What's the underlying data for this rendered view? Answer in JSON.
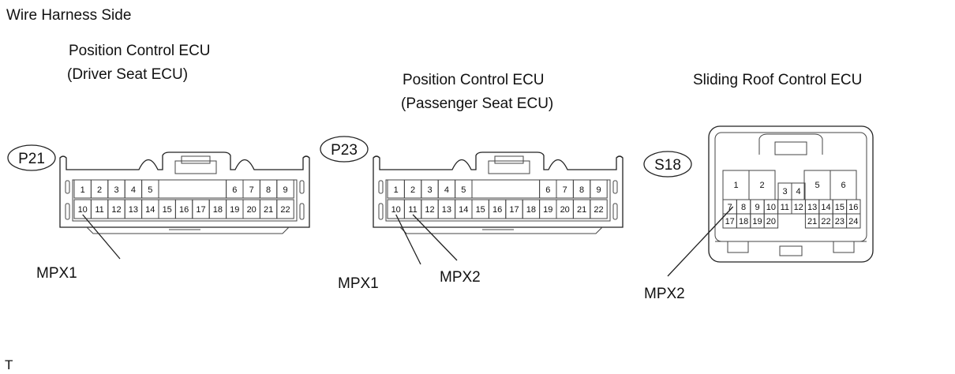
{
  "header": {
    "title": "Wire Harness Side"
  },
  "footer": {
    "mark": "T"
  },
  "connectors": [
    {
      "id": "p21",
      "code": "P21",
      "title_line1": "Position Control ECU",
      "title_line2": "(Driver Seat ECU)",
      "row_top": [
        "1",
        "2",
        "3",
        "4",
        "5",
        "6",
        "7",
        "8",
        "9"
      ],
      "row_bottom": [
        "10",
        "11",
        "12",
        "13",
        "14",
        "15",
        "16",
        "17",
        "18",
        "19",
        "20",
        "21",
        "22"
      ],
      "pointers": [
        {
          "label": "MPX1",
          "pin": "10"
        }
      ]
    },
    {
      "id": "p23",
      "code": "P23",
      "title_line1": "Position Control ECU",
      "title_line2": "(Passenger Seat ECU)",
      "row_top": [
        "1",
        "2",
        "3",
        "4",
        "5",
        "6",
        "7",
        "8",
        "9"
      ],
      "row_bottom": [
        "10",
        "11",
        "12",
        "13",
        "14",
        "15",
        "16",
        "17",
        "18",
        "19",
        "20",
        "21",
        "22"
      ],
      "pointers": [
        {
          "label": "MPX1",
          "pin": "10"
        },
        {
          "label": "MPX2",
          "pin": "11"
        }
      ]
    },
    {
      "id": "s18",
      "code": "S18",
      "title_line1": "Sliding Roof Control ECU",
      "left_large": [
        "1",
        "2"
      ],
      "middle_small": [
        "3",
        "4"
      ],
      "right_large": [
        "5",
        "6"
      ],
      "row_middle": [
        "7",
        "8",
        "9",
        "10",
        "11",
        "12",
        "13",
        "14",
        "15",
        "16"
      ],
      "row_bottom_left": [
        "17",
        "18",
        "19",
        "20"
      ],
      "row_bottom_right": [
        "21",
        "22",
        "23",
        "24"
      ],
      "pointers": [
        {
          "label": "MPX2",
          "pin": "7"
        }
      ]
    }
  ]
}
